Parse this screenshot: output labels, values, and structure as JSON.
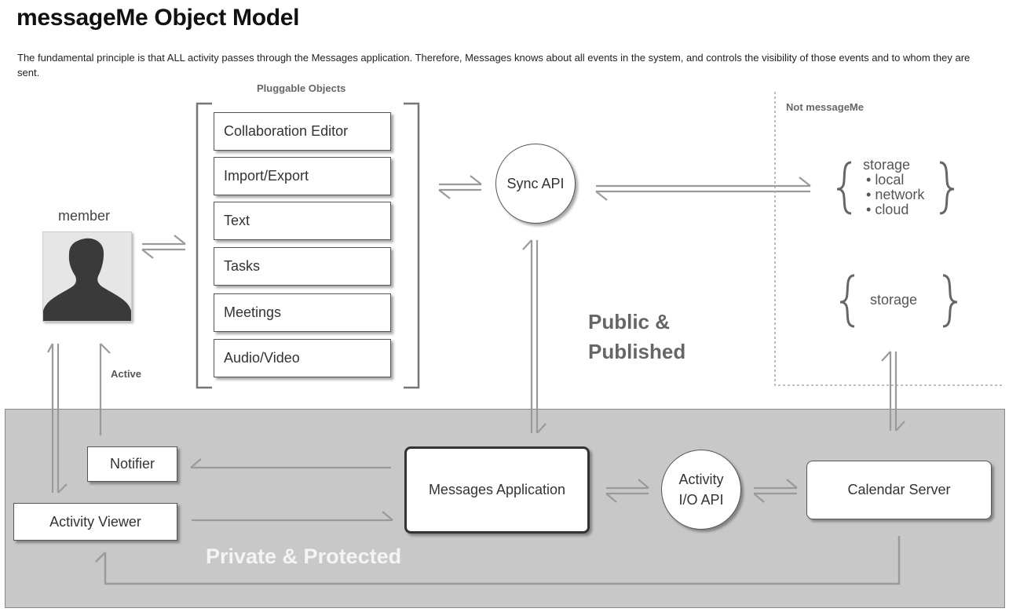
{
  "title": "messageMe Object Model",
  "intro": "The fundamental principle is that ALL activity passes through the Messages application.  Therefore, Messages knows about all events in the system, and controls the visibility of those events and to whom they are sent.",
  "pluggable": {
    "label": "Pluggable Objects",
    "items": [
      "Collaboration Editor",
      "Import/Export",
      "Text",
      "Tasks",
      "Meetings",
      "Audio/Video"
    ]
  },
  "member": {
    "label": "member"
  },
  "active_label": "Active",
  "sync_api": "Sync API",
  "public_label": {
    "line1": "Public &",
    "line2": "Published"
  },
  "not_messageme": "Not messageMe",
  "external_storage": {
    "title": "storage",
    "items": [
      "local",
      "network",
      "cloud"
    ]
  },
  "calendar_storage": "storage",
  "private_label": "Private & Protected",
  "notifier": "Notifier",
  "activity_viewer": "Activity Viewer",
  "messages_app": "Messages Application",
  "activity_io": {
    "line1": "Activity",
    "line2": "I/O API"
  },
  "calendar_server": "Calendar Server",
  "colors": {
    "private_zone": "#c8c8c8",
    "line": "#9a9a9a",
    "box_border": "#555555",
    "public_text": "#666666",
    "private_text": "#f2f2f2"
  }
}
